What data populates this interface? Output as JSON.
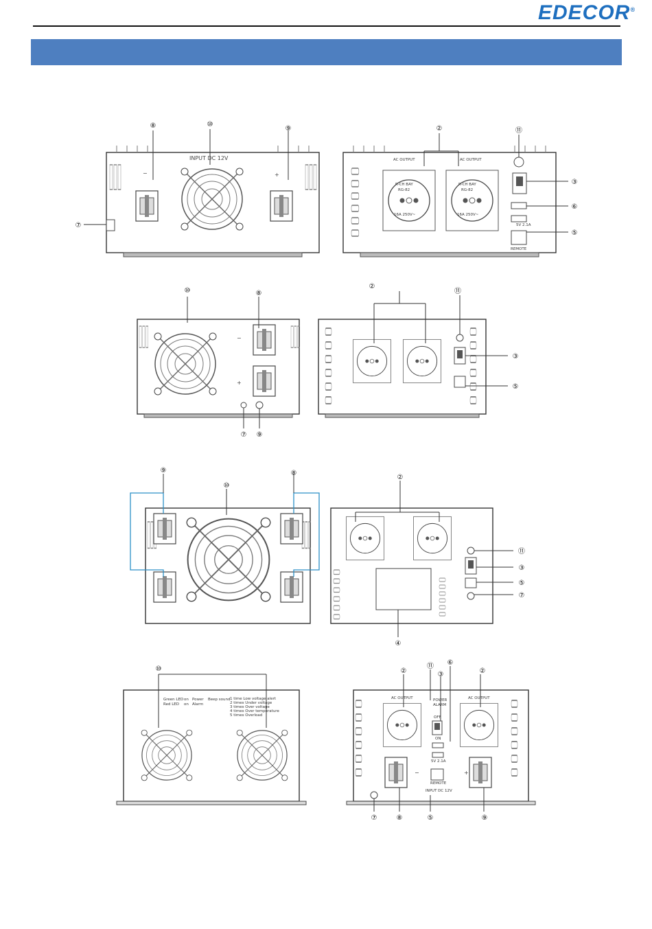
{
  "header": {
    "logo_text": "EDECOR",
    "logo_mark": "®",
    "brand_color": "#1e6fbf",
    "band_color": "#4e7fc0"
  },
  "callouts": {
    "n2": "②",
    "n3": "③",
    "n4": "④",
    "n5": "⑤",
    "n6": "⑥",
    "n7": "⑦",
    "n8": "⑧",
    "n9": "⑨",
    "n10": "⑩",
    "n11": "⑪"
  },
  "panel_text": {
    "input_dc": "INPUT DC 12V",
    "ac_output_caps": "AC OUTPUT",
    "ac_output": "AC OUTPUT",
    "socket_model_1": "R-CH BAY",
    "socket_model_2": "RG-82",
    "socket_rating": "16A 250V~",
    "usb_rating": "5V 2.1A",
    "remote": "REMOTE",
    "minus": "−",
    "plus": "+",
    "led_green": "Green LED",
    "led_red": "Red LED",
    "on1": "on",
    "on2": "on",
    "power": "Power",
    "alarm": "Alarm",
    "beep_sound": "Beep sound",
    "beeps": [
      "1 time   Low voltage alert",
      "2 times  Under voltage",
      "3 times  Over voltage",
      "4 times  Over temperature",
      "5 times  Overload"
    ],
    "power_led": "POWER",
    "alarm_led": "ALARM",
    "off": "OFF",
    "on_sw": "ON",
    "input_dc_lower": "INPUT DC 12V"
  }
}
